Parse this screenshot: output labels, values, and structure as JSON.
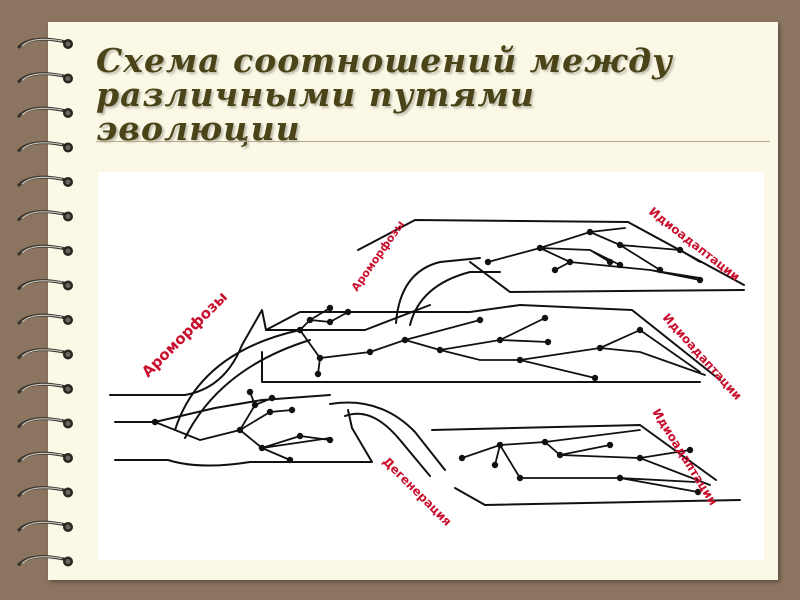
{
  "slide": {
    "title_lines": [
      "Схема соотношений между",
      "различными путями",
      "эволюции"
    ]
  },
  "diagram": {
    "labels": {
      "aromorphoses_left": "Ароморфозы",
      "aromorphoses_middle": "Ароморфозы",
      "idioadaptations_top": "Идиоадаптации",
      "idioadaptations_middle": "Идиоадаптации",
      "idioadaptations_bottom": "Идиоадаптации",
      "degeneration": "Дегенерация"
    },
    "colors": {
      "label": "#c8102e",
      "lines": "#111111",
      "page": "#fbf9e6",
      "background": "#8b7560"
    }
  }
}
